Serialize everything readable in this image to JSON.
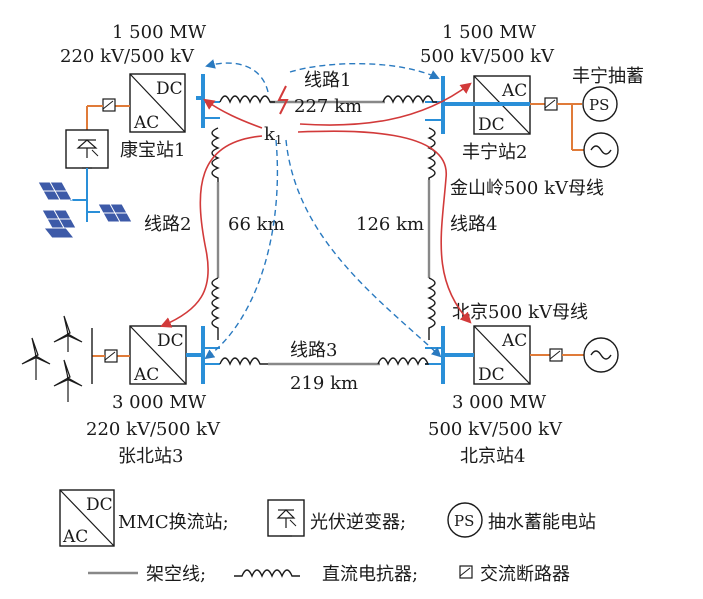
{
  "stations": {
    "kangbao": {
      "power": "1 500 MW",
      "voltage": "220 kV/500 kV",
      "name": "康宝站1",
      "dc": "DC",
      "ac": "AC"
    },
    "fengning": {
      "power": "1 500 MW",
      "voltage": "500 kV/500 kV",
      "name": "丰宁站2",
      "dc": "DC",
      "ac": "AC"
    },
    "zhangbei": {
      "power": "3 000 MW",
      "voltage": "220 kV/500 kV",
      "name": "张北站3",
      "dc": "DC",
      "ac": "AC"
    },
    "beijing": {
      "power": "3 000 MW",
      "voltage": "500 kV/500 kV",
      "name": "北京站4",
      "dc": "DC",
      "ac": "AC"
    }
  },
  "lines": {
    "line1": {
      "name": "线路1",
      "length": "227 km"
    },
    "line2": {
      "name": "线路2",
      "length": "66 km"
    },
    "line3": {
      "name": "线路3",
      "length": "219 km"
    },
    "line4": {
      "name": "线路4",
      "length": "126 km"
    }
  },
  "fault": {
    "label": "k",
    "sub": "1"
  },
  "ac_side": {
    "pumped_storage": "丰宁抽蓄",
    "ps_symbol": "PS",
    "jinshanling_bus": "金山岭500 kV母线",
    "beijing_bus": "北京500 kV母线"
  },
  "legend": {
    "mmc": "MMC换流站;",
    "mmc_dc": "DC",
    "mmc_ac": "AC",
    "pv_inverter": "光伏逆变器;",
    "ps_symbol": "PS",
    "pumped_station": "抽水蓄能电站",
    "overhead": "架空线;",
    "reactor": "直流电抗器;",
    "breaker": "交流断路器"
  },
  "colors": {
    "bus": "#2a8fd8",
    "ac_line": "#e07b39",
    "fault_path": "#d23a3a",
    "dashed_path": "#2a7ac0",
    "pv_panel": "#3d5aa8",
    "overhead": "#888888"
  }
}
